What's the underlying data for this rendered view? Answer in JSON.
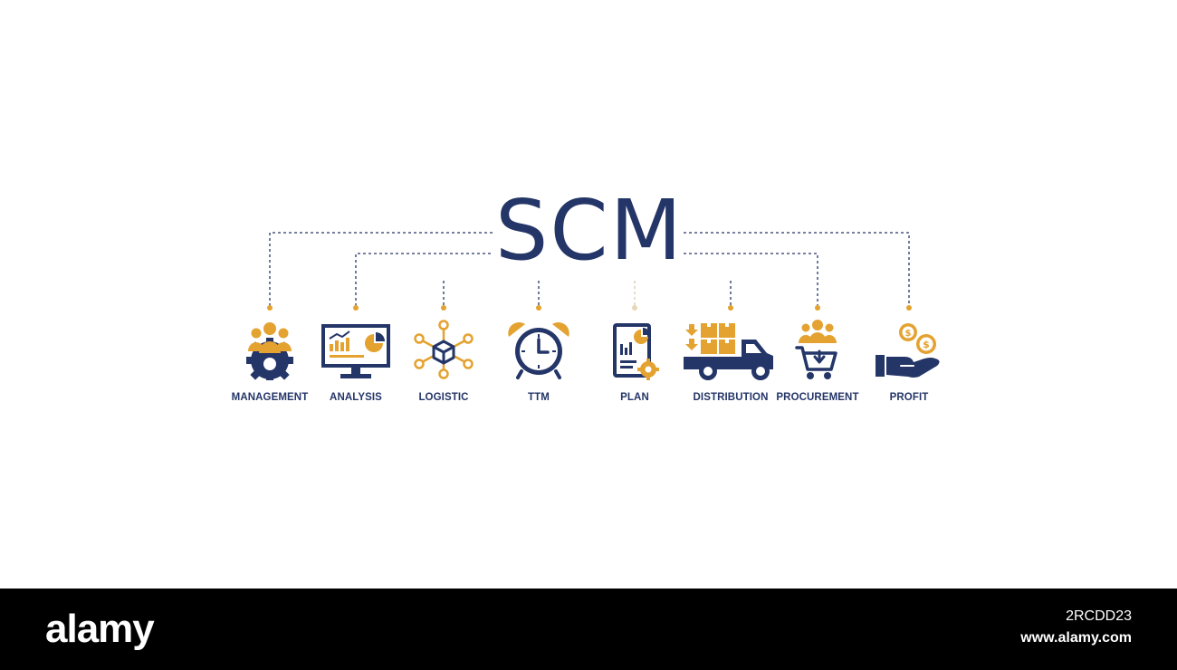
{
  "title": "SCM",
  "colors": {
    "navy": "#243568",
    "gold": "#e4a230",
    "background": "#ffffff",
    "footer": "#000000"
  },
  "items": [
    {
      "label": "MANAGEMENT",
      "icon": "team-gear-icon"
    },
    {
      "label": "ANALYSIS",
      "icon": "monitor-chart-icon"
    },
    {
      "label": "LOGISTIC",
      "icon": "network-box-icon"
    },
    {
      "label": "TTM",
      "icon": "alarm-clock-icon"
    },
    {
      "label": "PLAN",
      "icon": "document-gear-icon"
    },
    {
      "label": "DISTRIBUTION",
      "icon": "delivery-truck-icon"
    },
    {
      "label": "PROCUREMENT",
      "icon": "shopping-cart-team-icon"
    },
    {
      "label": "PROFIT",
      "icon": "hand-coins-icon"
    }
  ],
  "footer": {
    "brand": "alamy",
    "stock_id": "2RCDD23",
    "url": "www.alamy.com"
  }
}
